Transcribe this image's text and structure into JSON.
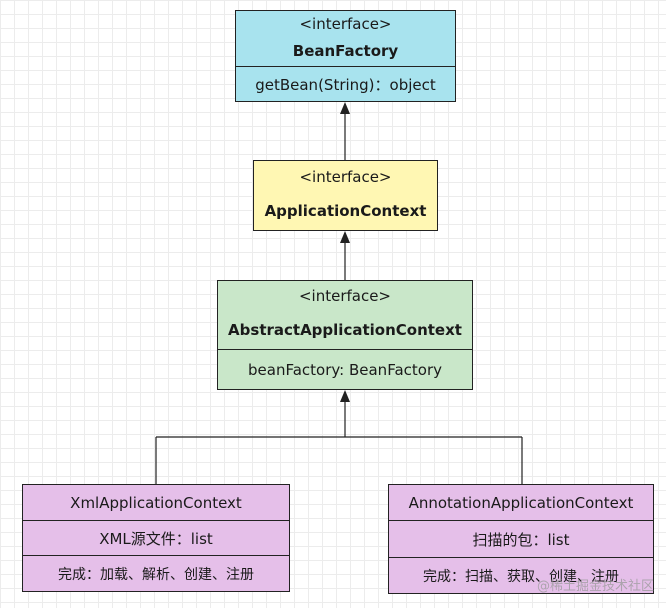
{
  "colors": {
    "cyan": "#a8e3ee",
    "yellow": "#fff7b3",
    "green": "#c9e7c9",
    "purple": "#e5bfe9",
    "line": "#222222"
  },
  "bean_factory": {
    "stereotype": "<interface>",
    "name": "BeanFactory",
    "member": "getBean(String)：object"
  },
  "application_context": {
    "stereotype": "<interface>",
    "name": "ApplicationContext"
  },
  "abstract_application_context": {
    "stereotype": "<interface>",
    "name": "AbstractApplicationContext",
    "member": "beanFactory: BeanFactory"
  },
  "xml_application_context": {
    "name": "XmlApplicationContext",
    "member": "XML源文件：list",
    "method": "完成：加载、解析、创建、注册"
  },
  "annotation_application_context": {
    "name": "AnnotationApplicationContext",
    "member": "扫描的包：list",
    "method": "完成：扫描、获取、创建、注册"
  },
  "watermark": "@稀土掘金技术社区"
}
